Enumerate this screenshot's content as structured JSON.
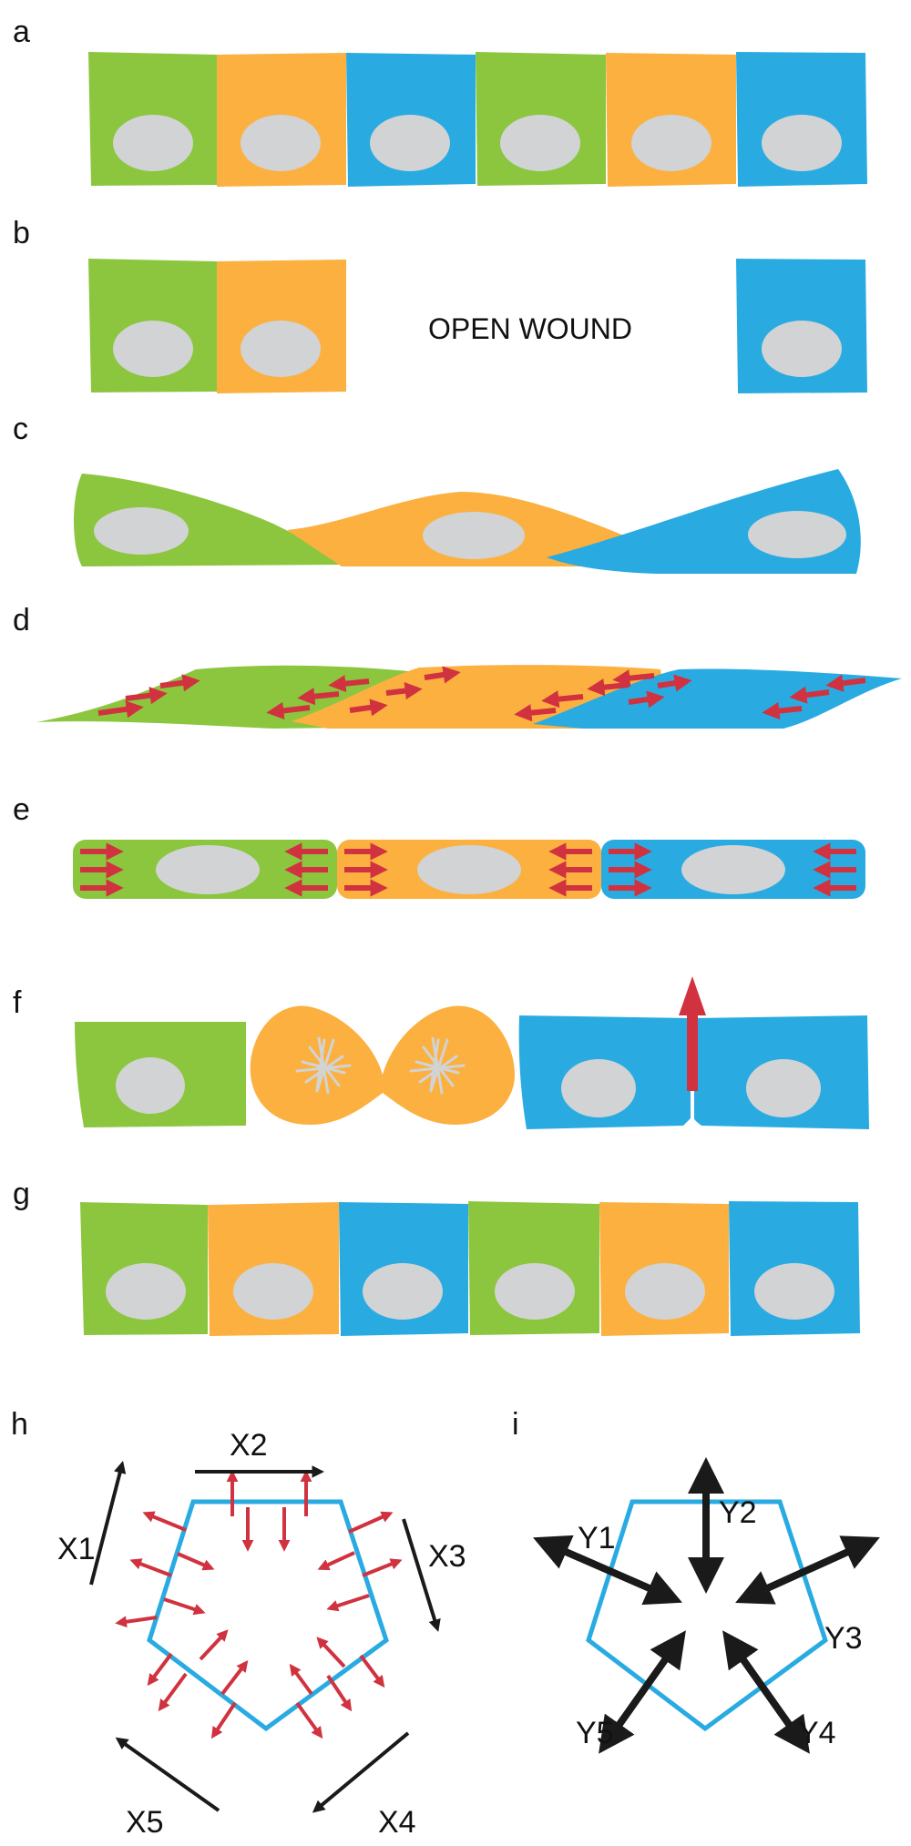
{
  "colors": {
    "green": "#8cc63f",
    "orange": "#fbb040",
    "blue": "#29abe2",
    "nucleus": "#d1d3d4",
    "force": "#d1323f",
    "outline": "#29abe2",
    "vector": "#1a1a1a"
  },
  "panels": {
    "a": "a",
    "b": "b",
    "c": "c",
    "d": "d",
    "e": "e",
    "f": "f",
    "g": "g",
    "h": "h",
    "i": "i"
  },
  "wound_label": "OPEN WOUND",
  "x_vectors": [
    "X1",
    "X2",
    "X3",
    "X4",
    "X5"
  ],
  "y_vectors": [
    "Y1",
    "Y2",
    "Y3",
    "Y4",
    "Y5"
  ]
}
